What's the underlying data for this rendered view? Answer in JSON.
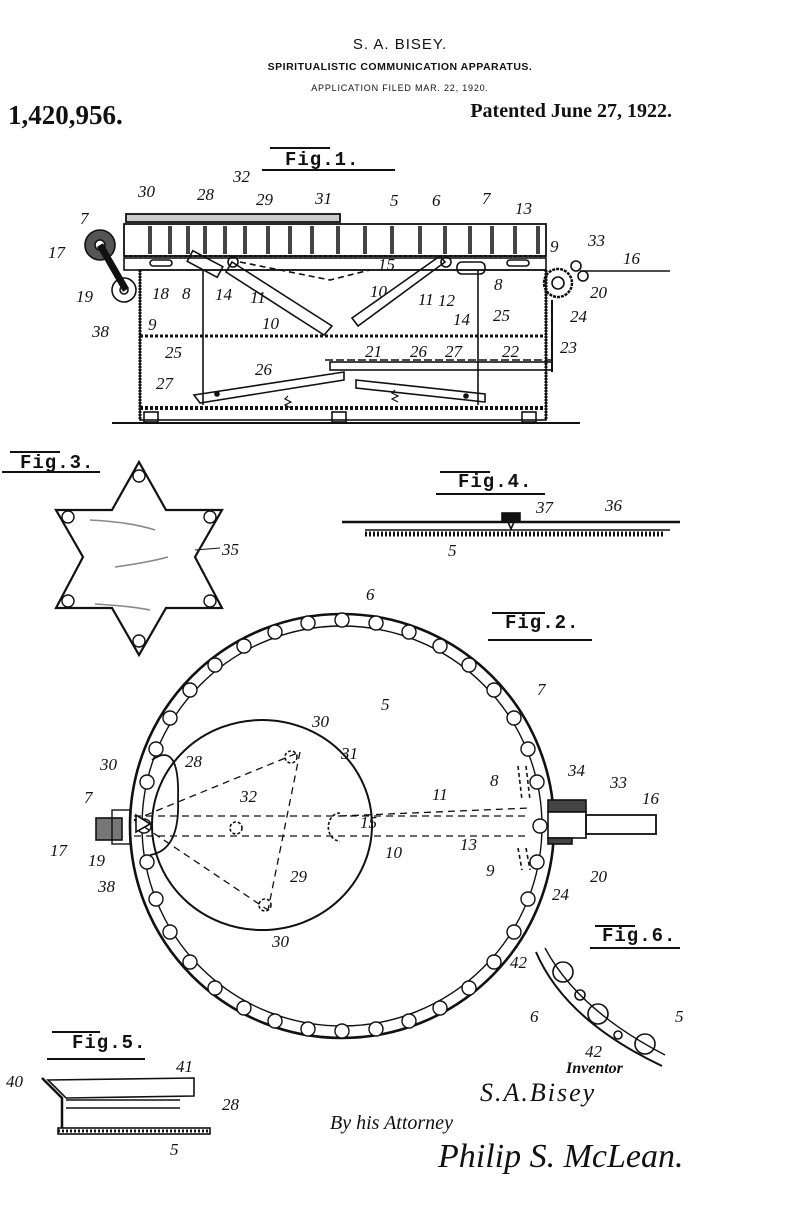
{
  "header": {
    "inventor_name": "S. A. BISEY.",
    "title": "SPIRITUALISTIC COMMUNICATION APPARATUS.",
    "filed": "APPLICATION FILED MAR. 22, 1920.",
    "patent_number": "1,420,956.",
    "patent_date": "Patented June 27, 1922."
  },
  "figures": {
    "fig1": {
      "label": "Fig.1.",
      "refs": [
        "30",
        "28",
        "32",
        "29",
        "31",
        "5",
        "6",
        "7",
        "13",
        "7",
        "17",
        "19",
        "38",
        "18",
        "8",
        "9",
        "14",
        "11",
        "10",
        "15",
        "10",
        "11",
        "12",
        "14",
        "9",
        "33",
        "16",
        "20",
        "24",
        "25",
        "25",
        "21",
        "26",
        "27",
        "26",
        "27",
        "22",
        "23",
        "8"
      ]
    },
    "fig2": {
      "label": "Fig.2.",
      "refs": [
        "6",
        "7",
        "5",
        "30",
        "28",
        "31",
        "32",
        "15",
        "30",
        "7",
        "17",
        "19",
        "38",
        "29",
        "30",
        "11",
        "8",
        "13",
        "10",
        "9",
        "34",
        "33",
        "16",
        "20",
        "24"
      ]
    },
    "fig3": {
      "label": "Fig.3.",
      "refs": [
        "35"
      ]
    },
    "fig4": {
      "label": "Fig.4.",
      "refs": [
        "37",
        "36",
        "5"
      ]
    },
    "fig5": {
      "label": "Fig.5.",
      "refs": [
        "41",
        "40",
        "28",
        "5"
      ]
    },
    "fig6": {
      "label": "Fig.6.",
      "refs": [
        "42",
        "6",
        "42",
        "5"
      ]
    }
  },
  "signatures": {
    "inventor_caption": "Inventor",
    "inventor_signature": "S.A.Bisey",
    "attorney_caption": "By his Attorney",
    "attorney_signature": "Philip S. McLean."
  },
  "colors": {
    "ink": "#111111",
    "paper": "#ffffff"
  }
}
